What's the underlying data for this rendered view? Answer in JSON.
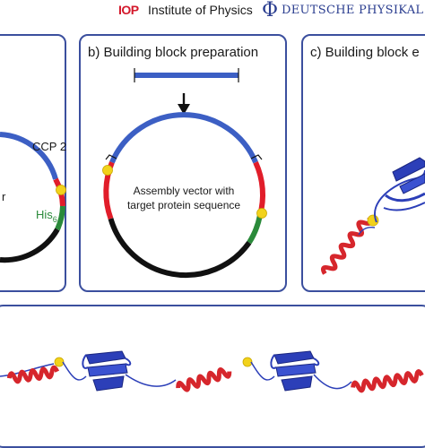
{
  "header": {
    "iop_logo": "IOP",
    "iop_name": "Institute of Physics",
    "dpg_logo": "Φ",
    "dpg_name": "DEUTSCHE PHYSIKAL"
  },
  "panels": {
    "a": {
      "ccp_label": "CCP 2",
      "his_label": "His",
      "his_sub": "6",
      "partial_letter": "r"
    },
    "b": {
      "title": "b) Building block preparation",
      "vector_line1": "Assembly vector with",
      "vector_line2": "target protein sequence"
    },
    "c": {
      "title": "c) Building block e"
    }
  },
  "colors": {
    "panel_border": "#3b4f9e",
    "blue_segment": "#3c5fc4",
    "red_segment": "#e11d2a",
    "green_segment": "#2a8a3a",
    "black_segment": "#111111",
    "yellow_site": "#f2d21b",
    "helix_red": "#d6262c",
    "sheet_blue": "#2c3fb8"
  }
}
